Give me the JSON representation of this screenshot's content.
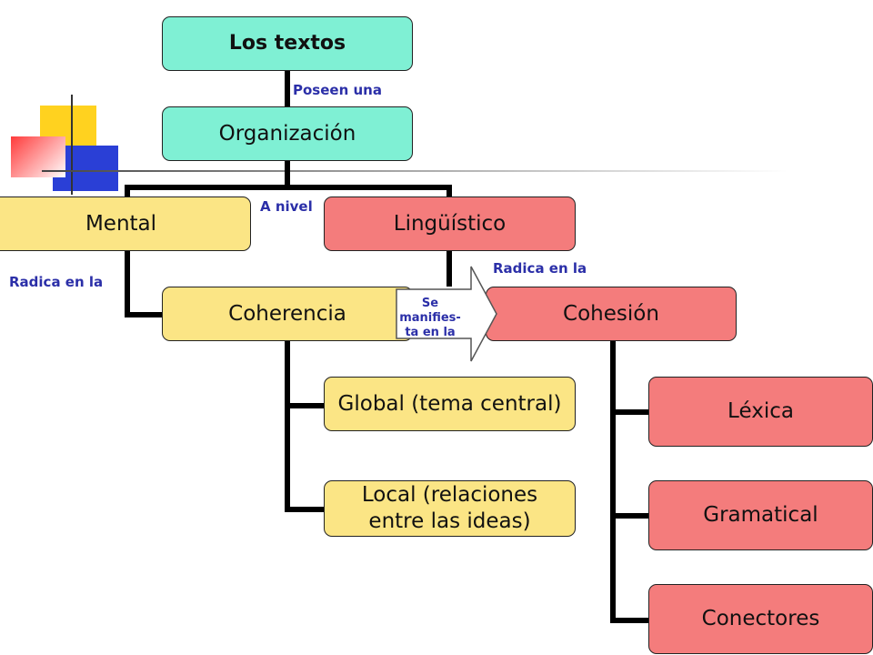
{
  "nodes": {
    "los_textos": "Los textos",
    "organizacion": "Organización",
    "mental": "Mental",
    "linguistico": "Lingüístico",
    "coherencia": "Coherencia",
    "cohesion": "Cohesión",
    "global": "Global (tema central)",
    "local": "Local (relaciones entre las ideas)",
    "lexica": "Léxica",
    "gramatical": "Gramatical",
    "conectores": "Conectores"
  },
  "labels": {
    "poseen_una": "Poseen una",
    "a_nivel": "A nivel",
    "radica_en_la_left": "Radica en la",
    "radica_en_la_right": "Radica en la",
    "se_manifiesta_line1": "Se manifies-",
    "se_manifiesta_line2": "ta en la"
  },
  "colors": {
    "teal": "#7ff0d4",
    "yellow": "#fbe585",
    "red": "#f47c7c",
    "label_blue": "#2b2fa8"
  }
}
